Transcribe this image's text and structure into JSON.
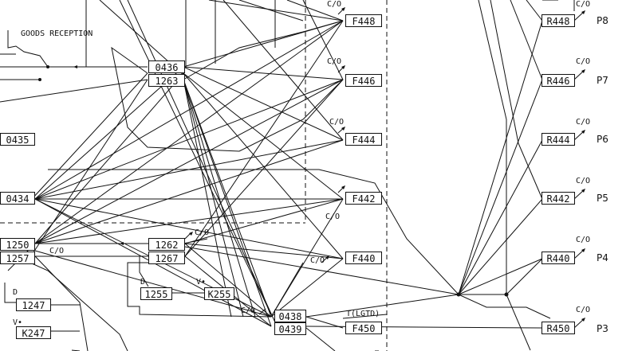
{
  "labels": {
    "goods_reception": "GOODS RECEPTION",
    "co": "C/O",
    "co_arrow": "C/O",
    "tlgtd": "T(LGTD)",
    "d": "D",
    "v_star_1": "V•",
    "v_star_2": "V•",
    "d_left": "D"
  },
  "nodes": {
    "n0436": "0436",
    "n1263": "1263",
    "n0435": "0435",
    "n0434": "0434",
    "n1250": "1250",
    "n1257": "1257",
    "n1262": "1262",
    "n1267": "1267",
    "n1255": "1255",
    "nK255": "K255",
    "n1247": "1247",
    "nK247": "K247",
    "n0438": "0438",
    "n0439": "0439"
  },
  "functions": {
    "F448": "F448",
    "F446": "F446",
    "F444": "F444",
    "F442": "F442",
    "F440": "F440",
    "F450": "F450"
  },
  "relays": {
    "R448": "R448",
    "R446": "R446",
    "R444": "R444",
    "R442": "R442",
    "R440": "R440",
    "R450": "R450"
  },
  "positions": {
    "P8": "P8",
    "P7": "P7",
    "P6": "P6",
    "P5": "P5",
    "P4": "P4",
    "P3": "P3"
  }
}
